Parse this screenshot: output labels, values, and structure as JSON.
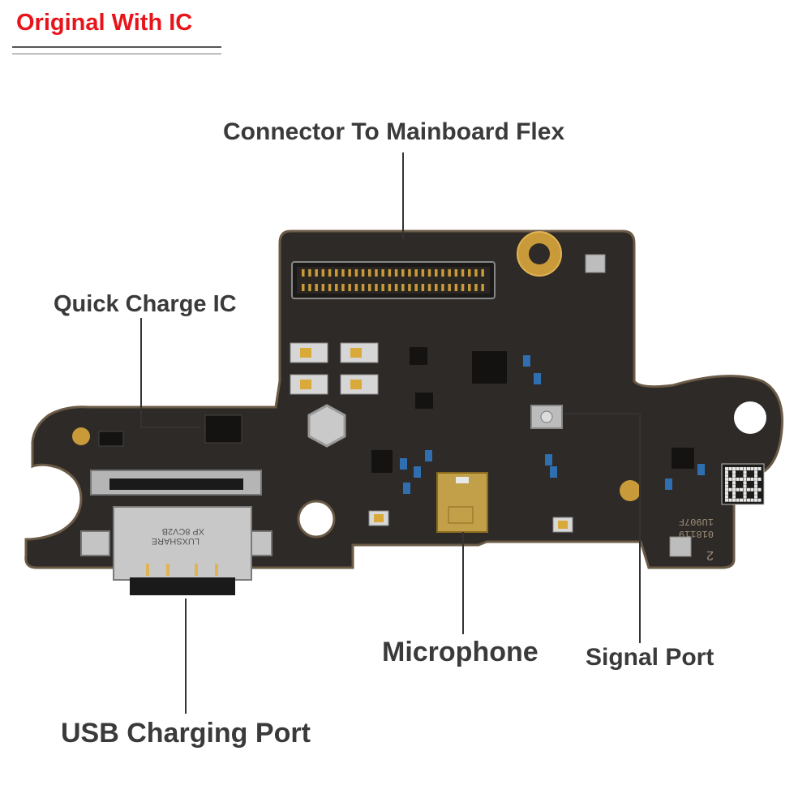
{
  "badge": {
    "text": "Original With IC",
    "color": "#e8141b"
  },
  "labels": {
    "connector": "Connector To Mainboard Flex",
    "quick_charge": "Quick Charge IC",
    "microphone": "Microphone",
    "signal": "Signal Port",
    "usb": "USB Charging Port"
  },
  "board_print": {
    "port_text_1": "LUXSHARE",
    "port_text_2": "XP 8CV2B",
    "code_1": "1U907F",
    "code_2": "018119",
    "number": "2"
  },
  "colors": {
    "pcb": "#2e2a27",
    "pcb_edge": "#5a4a3a",
    "gold": "#c89a3a",
    "metal": "#b9b9b9",
    "leader": "#333333",
    "label_text": "#3a3a3a"
  }
}
